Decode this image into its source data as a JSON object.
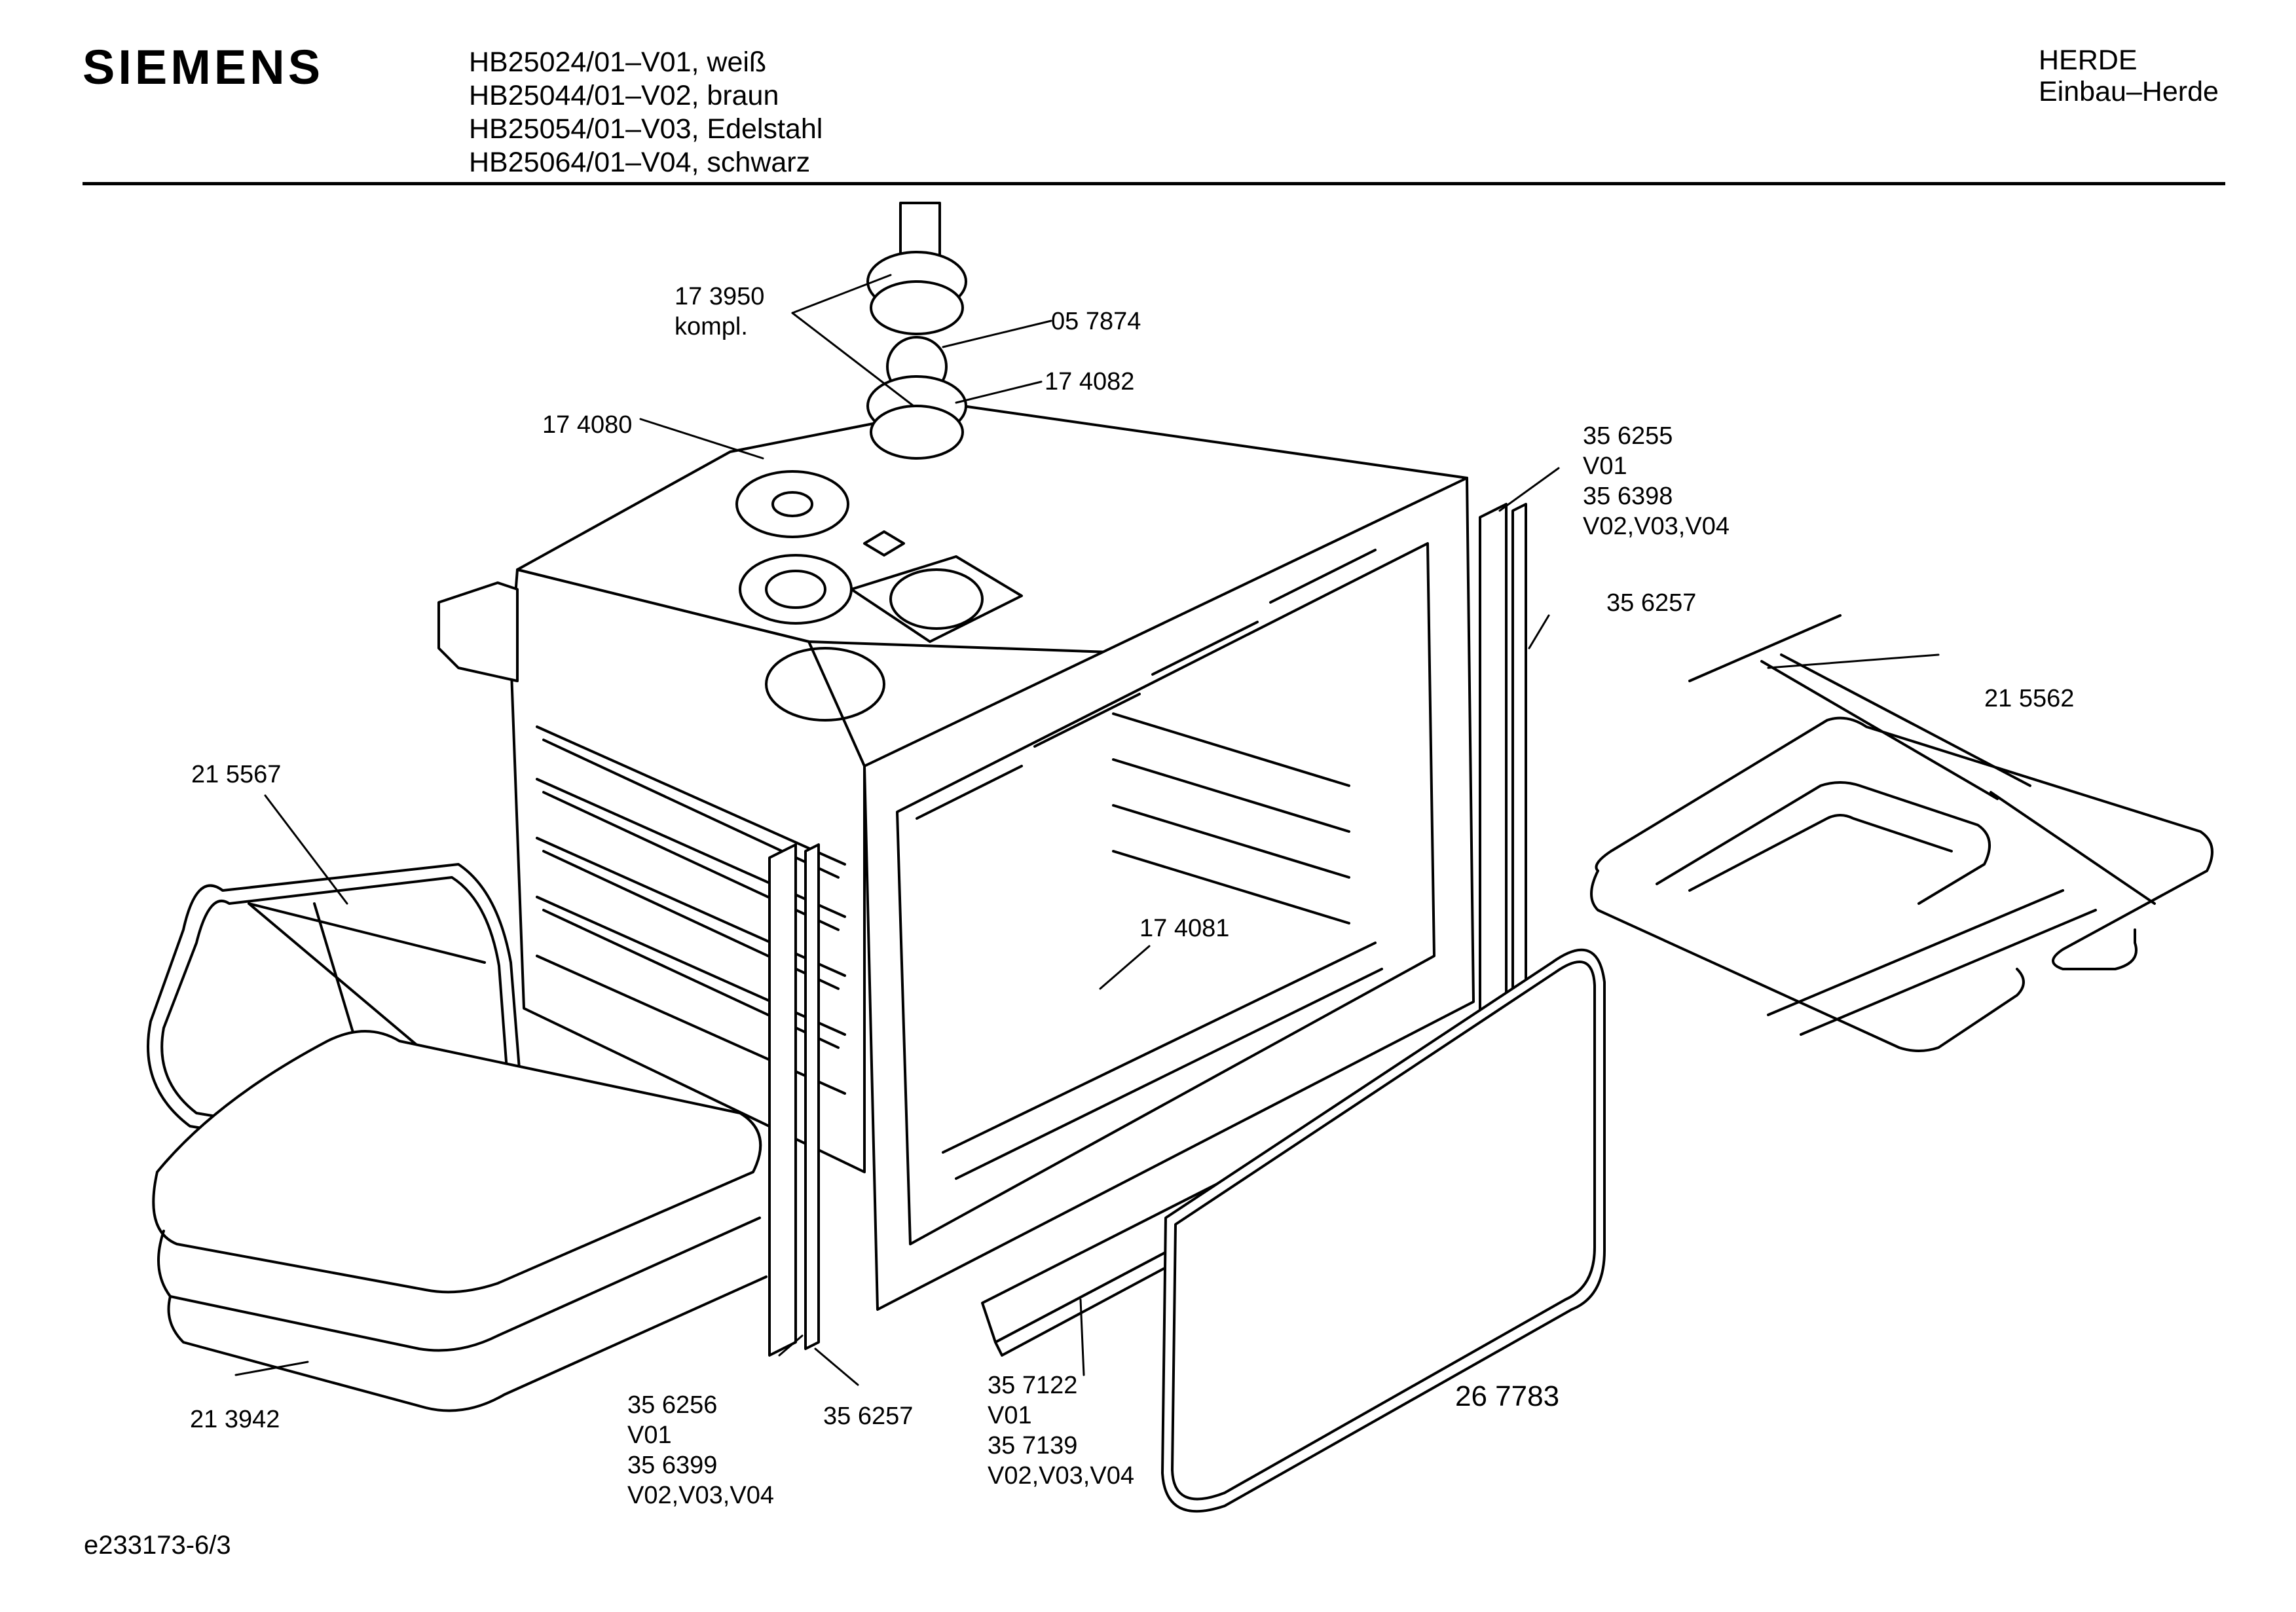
{
  "header": {
    "brand": "SIEMENS",
    "models": [
      "HB25024/01–V01, weiß",
      "HB25044/01–V02, braun",
      "HB25054/01–V03, Edelstahl",
      "HB25064/01–V04, schwarz"
    ],
    "category": "HERDE",
    "subcategory": "Einbau–Herde"
  },
  "parts": {
    "p173950": [
      "17 3950",
      "kompl."
    ],
    "p057874": [
      "05 7874"
    ],
    "p174082": [
      "17 4082"
    ],
    "p174080": [
      "17 4080"
    ],
    "p356255": [
      "35 6255",
      "V01",
      "35 6398",
      "V02,V03,V04"
    ],
    "p356257_right": [
      "35 6257"
    ],
    "p215562": [
      "21 5562"
    ],
    "p215567": [
      "21 5567"
    ],
    "p174081": [
      "17 4081"
    ],
    "p213942": [
      "21 3942"
    ],
    "p356256": [
      "35 6256",
      "V01",
      "35 6399",
      "V02,V03,V04"
    ],
    "p356257_bottom": [
      "35 6257"
    ],
    "p357122": [
      "35 7122",
      "V01",
      "35 7139",
      "V02,V03,V04"
    ],
    "p267783": [
      "26 7783"
    ]
  },
  "footer": {
    "code": "e233173-6/3"
  }
}
